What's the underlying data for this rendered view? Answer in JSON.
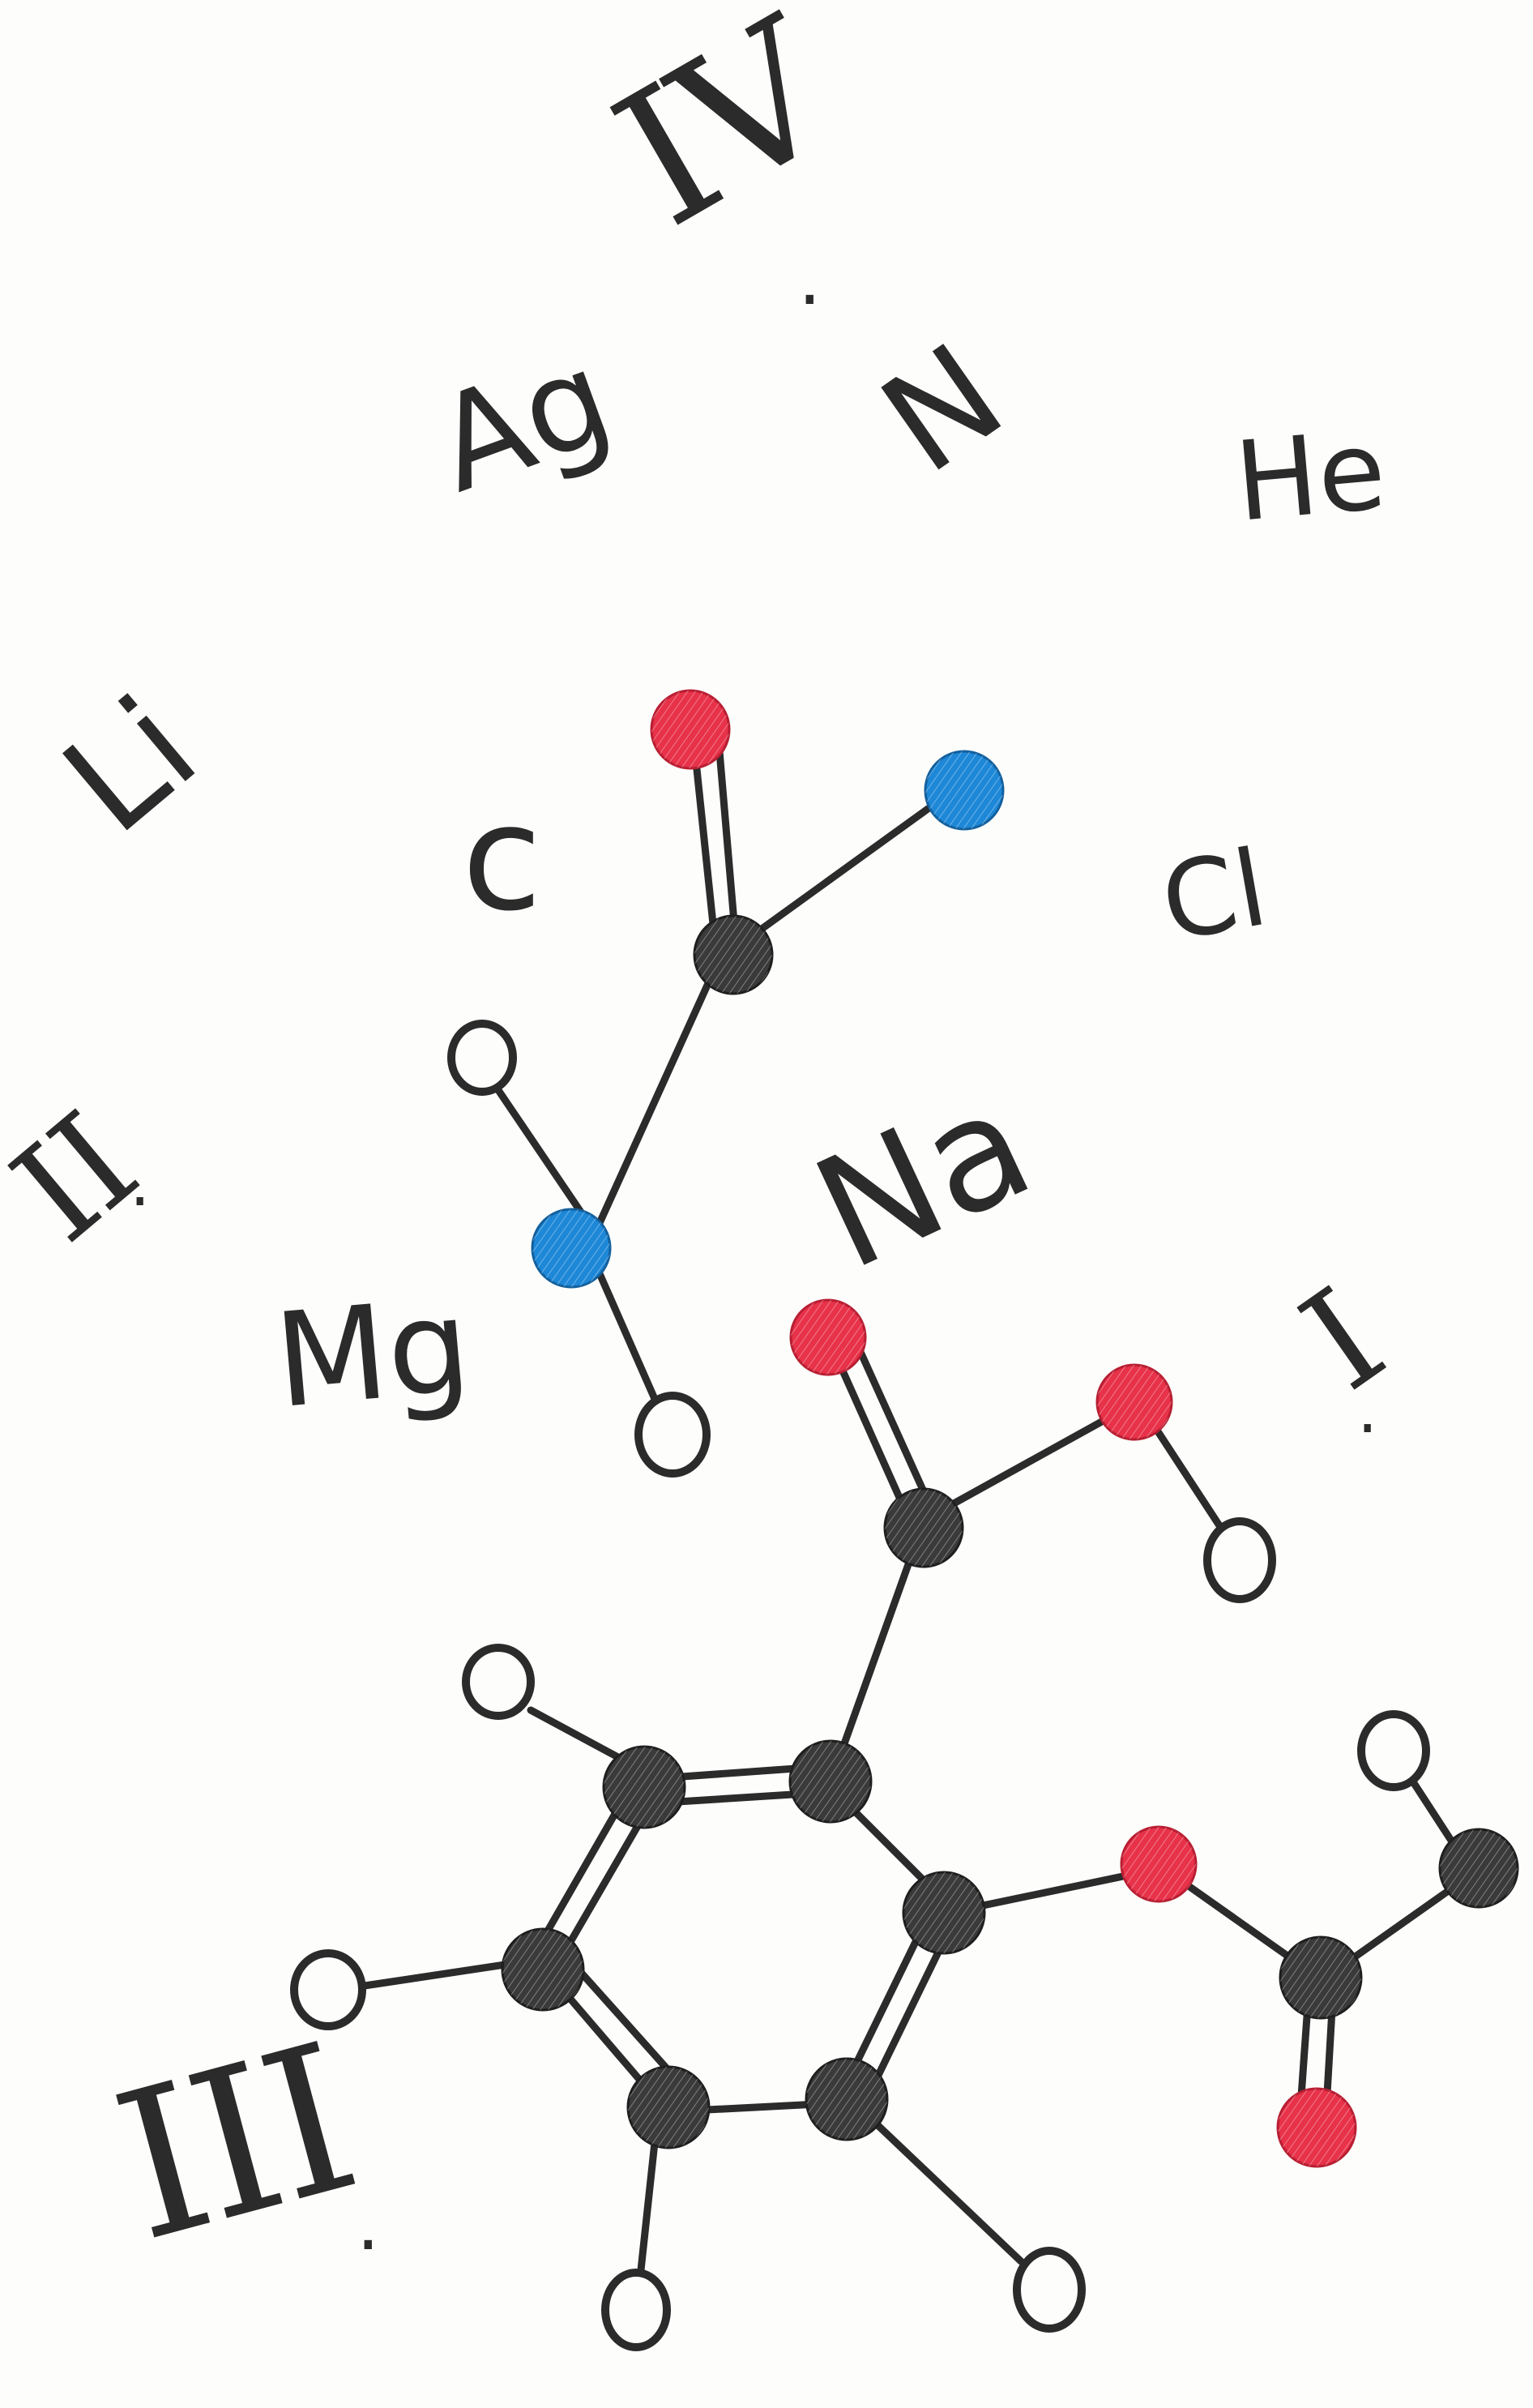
{
  "labels": {
    "roman_iv": "IV",
    "roman_ii": "II",
    "roman_i": "I",
    "roman_iii": "III",
    "period": ".",
    "ag": "Ag",
    "n": "N",
    "he": "He",
    "li": "Li",
    "c": "c",
    "cl": "Cl",
    "na": "Na",
    "mg": "Mg"
  },
  "colors": {
    "ink": "#2b2b2b",
    "carbon": "#3a3a3a",
    "oxygen": "#e8324a",
    "nitrogen": "#1e88d8"
  },
  "molecules": [
    {
      "name": "urea",
      "atoms": [
        "carbon",
        "oxygen",
        "nitrogen",
        "nitrogen",
        "hydrogen",
        "hydrogen"
      ]
    },
    {
      "name": "aspirin",
      "atoms": [
        "carbon",
        "oxygen",
        "hydrogen"
      ]
    }
  ]
}
